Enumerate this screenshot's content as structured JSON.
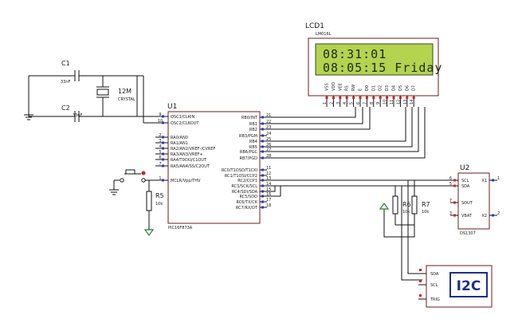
{
  "lcd": {
    "ref": "LCD1",
    "part": "LM016L",
    "line1": "08:31:01",
    "line2": "08:05:15 Friday",
    "pins": [
      "VSS",
      "VDD",
      "VEE",
      "RS",
      "RW",
      "E",
      "D0",
      "D1",
      "D2",
      "D3",
      "D4",
      "D5",
      "D6",
      "D7"
    ],
    "pin_numbers": [
      "1",
      "2",
      "3",
      "4",
      "5",
      "6",
      "7",
      "8",
      "9",
      "10",
      "11",
      "12",
      "13",
      "14"
    ],
    "screen_color": "#b4d34f"
  },
  "c1": {
    "ref": "C1",
    "value": "33nF"
  },
  "c2": {
    "ref": "C2",
    "value": "33nF"
  },
  "crystal": {
    "ref": "12M",
    "type": "CRYSTAL"
  },
  "u1": {
    "ref": "U1",
    "part": "PIC16F873A",
    "left_pins": [
      {
        "name": "OSC1/CLKIN",
        "num": "9"
      },
      {
        "name": "OSC2/CLKOUT",
        "num": "10"
      },
      {
        "name": "RA0/AN0",
        "num": "2"
      },
      {
        "name": "RA1/AN1",
        "num": "3"
      },
      {
        "name": "RA2/AN2/VREF-/CVREF",
        "num": "4"
      },
      {
        "name": "RA3/AN3/VREF+",
        "num": "5"
      },
      {
        "name": "RA4/T0CKI/C1OUT",
        "num": "6"
      },
      {
        "name": "RA5/AN4/SS/C2OUT",
        "num": "7"
      },
      {
        "name": "MCLR/Vpp/THV",
        "num": "1"
      }
    ],
    "right_pins": [
      {
        "name": "RB0/INT",
        "num": "21"
      },
      {
        "name": "RB1",
        "num": "22"
      },
      {
        "name": "RB2",
        "num": "23"
      },
      {
        "name": "RB3/PGM",
        "num": "24"
      },
      {
        "name": "RB4",
        "num": "25"
      },
      {
        "name": "RB5",
        "num": "26"
      },
      {
        "name": "RB6/PGC",
        "num": "27"
      },
      {
        "name": "RB7/PGD",
        "num": "28"
      },
      {
        "name": "RC0/T1OSO/T1CKI",
        "num": "11"
      },
      {
        "name": "RC1/T1OSI/CCP2",
        "num": "12"
      },
      {
        "name": "RC2/CCP1",
        "num": "13"
      },
      {
        "name": "RC3/SCK/SCL",
        "num": "14"
      },
      {
        "name": "RC4/SDI/SDA",
        "num": "15"
      },
      {
        "name": "RC5/SDO",
        "num": "16"
      },
      {
        "name": "RC6/TX/CK",
        "num": "17"
      },
      {
        "name": "RC7/RX/DT",
        "num": "18"
      }
    ]
  },
  "r5": {
    "ref": "R5",
    "value": "10k"
  },
  "r6": {
    "ref": "R6",
    "value": "10k"
  },
  "r7": {
    "ref": "R7",
    "value": "10k"
  },
  "u2": {
    "ref": "U2",
    "part": "DS1307",
    "left_pins": [
      {
        "name": "SCL",
        "num": "6"
      },
      {
        "name": "SDA",
        "num": "5"
      },
      {
        "name": "SOUT",
        "num": "7"
      },
      {
        "name": "VBAT",
        "num": "3"
      }
    ],
    "right_pins": [
      {
        "name": "X1",
        "num": "1"
      },
      {
        "name": "X2",
        "num": "2"
      }
    ]
  },
  "i2c": {
    "pins": [
      "SDA",
      "SCL",
      "TRIG"
    ],
    "label": "I2C",
    "label_color": "#1f2f8c"
  }
}
